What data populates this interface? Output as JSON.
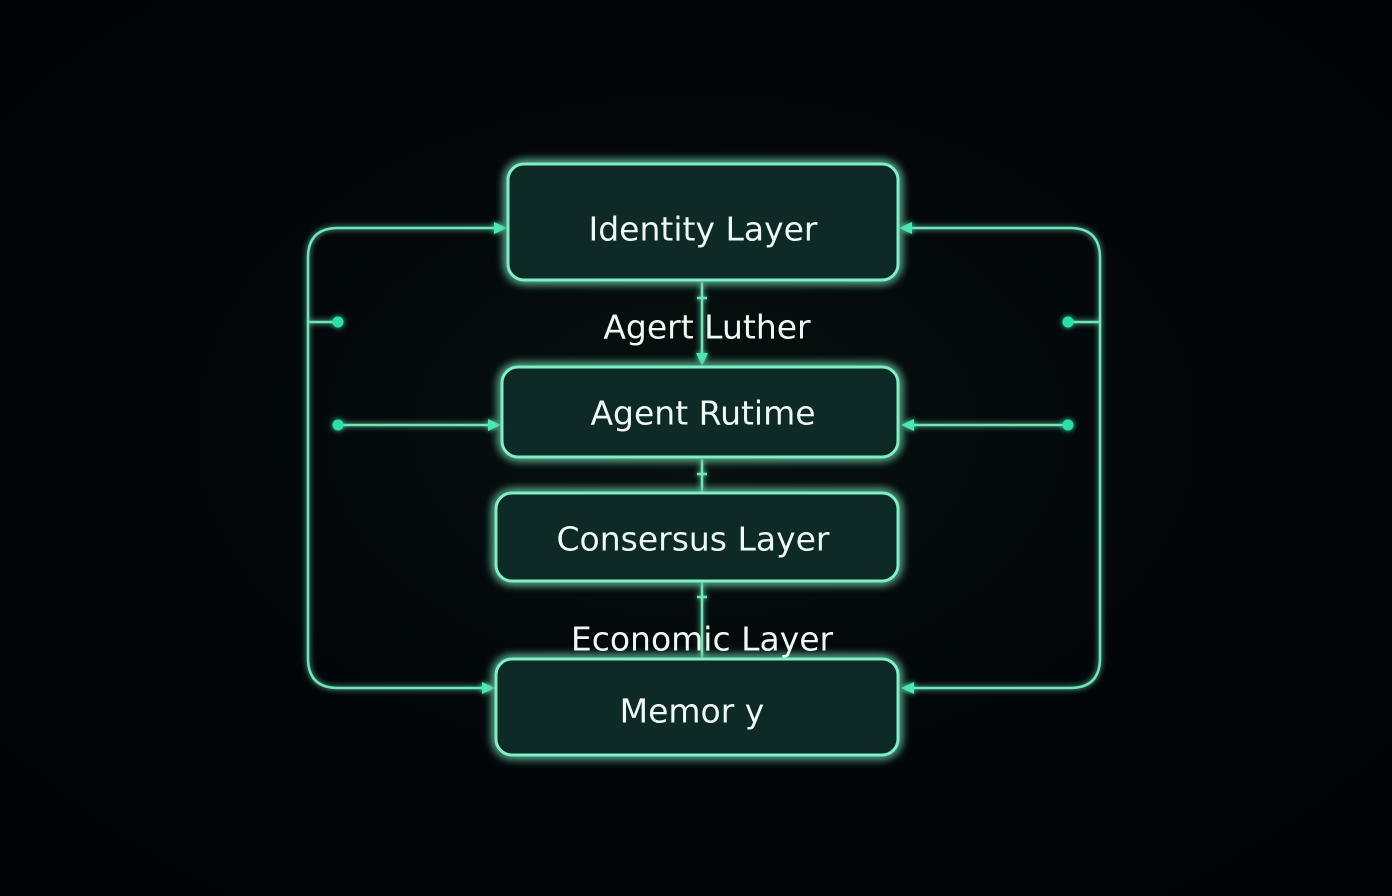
{
  "diagram": {
    "boxes": [
      {
        "id": "identity",
        "label": "Identity Layer"
      },
      {
        "id": "runtime",
        "label": "Agent Rutime"
      },
      {
        "id": "consensus",
        "label": "Consersus Layer"
      },
      {
        "id": "memory",
        "label": "Memor y"
      }
    ],
    "floating_labels": [
      {
        "id": "agent-luther",
        "label": "Agert Luther"
      },
      {
        "id": "economic",
        "label": "Economic Layer"
      }
    ],
    "colors": {
      "background": "#020407",
      "box_fill": "#0f2c26",
      "box_stroke": "#7ff0c6",
      "wire": "#6ee8b9",
      "dot": "#2fe0a6",
      "text": "#eef8f4"
    }
  }
}
